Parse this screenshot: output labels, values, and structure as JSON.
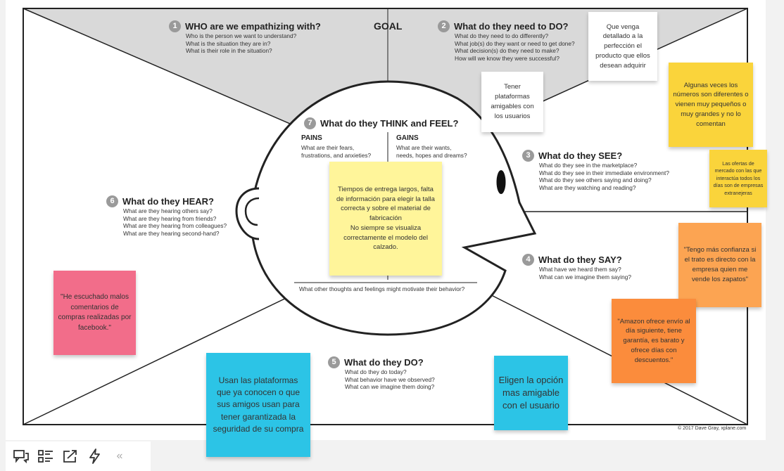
{
  "header": {
    "goal": "GOAL"
  },
  "sections": {
    "who": {
      "num": "1",
      "title": "WHO are we empathizing with?",
      "questions": [
        "Who is the person we want to understand?",
        "What is the situation they are in?",
        "What is their role in the situation?"
      ]
    },
    "do_need": {
      "num": "2",
      "title": "What do they need to DO?",
      "questions": [
        "What do they need to do differently?",
        "What job(s) do they want or need to get done?",
        "What decision(s) do they need to make?",
        "How will we know they were successful?"
      ]
    },
    "see": {
      "num": "3",
      "title": "What do they SEE?",
      "questions": [
        "What do they see in the marketplace?",
        "What do they see in their immediate environment?",
        "What do they see others saying and doing?",
        "What are they watching and reading?"
      ]
    },
    "say": {
      "num": "4",
      "title": "What do they SAY?",
      "questions": [
        "What have we heard them say?",
        "What can we imagine them saying?"
      ]
    },
    "do": {
      "num": "5",
      "title": "What do they DO?",
      "questions": [
        "What do they do today?",
        "What behavior have we observed?",
        "What can we imagine them doing?"
      ]
    },
    "hear": {
      "num": "6",
      "title": "What do they HEAR?",
      "questions": [
        "What are they hearing others say?",
        "What are they hearing from friends?",
        "What are they hearing from colleagues?",
        "What are they hearing second-hand?"
      ]
    },
    "think": {
      "num": "7",
      "title": "What do they THINK and FEEL?",
      "pains_title": "PAINS",
      "pains_text": [
        "What are their fears,",
        "frustrations, and anxieties?"
      ],
      "gains_title": "GAINS",
      "gains_text": [
        "What are their wants,",
        "needs, hopes and dreams?"
      ],
      "other": "What other thoughts and feelings might motivate their behavior?"
    }
  },
  "notes": {
    "detallado": "Que venga detallado a la perfección el producto que ellos desean adquirir",
    "plataformas": "Tener plataformas amigables con los usuarios",
    "numeros": "Algunas veces los números son diferentes o vienen muy pequeños o muy grandes y no lo comentan",
    "ofertas": "Las ofertas de mercado con las que interactúa todos los días son de empresas extranejeras",
    "tiempos": "Tiempos de entrega largos, falta de información para elegir la talla correcta y sobre el material de fabricación\nNo siempre se visualiza correctamente el modelo del calzado.",
    "confianza": "\"Tengo más confianza si el trato es directo con la empresa quien me vende los zapatos\"",
    "amazon": "\"Amazon ofrece envío al día siguiente, tiene garantía, es barato y ofrece días con descuentos.\"",
    "malos": "\"He escuchado malos comentarios de compras realizadas por facebook.\"",
    "usan": "Usan las plataformas que ya conocen o que sus amigos usan para tener garantizada la seguridad de su compra",
    "eligen": "Eligen la opción mas amigable con el usuario"
  },
  "colors": {
    "pink": "#f26d8a",
    "yellow_light": "#fff59a",
    "yellow": "#fad43b",
    "orange": "#fca452",
    "orange_dark": "#fb8c3c",
    "blue": "#2cc4e6",
    "white_note": "#ffffff",
    "goal_area": "#d9d9d9"
  },
  "footer": {
    "copyright": "© 2017 Dave Gray, xplane.com"
  },
  "toolbar": {
    "icons": [
      "comment-icon",
      "list-icon",
      "share-icon",
      "bolt-icon",
      "collapse-icon"
    ],
    "collapse_glyph": "«"
  }
}
